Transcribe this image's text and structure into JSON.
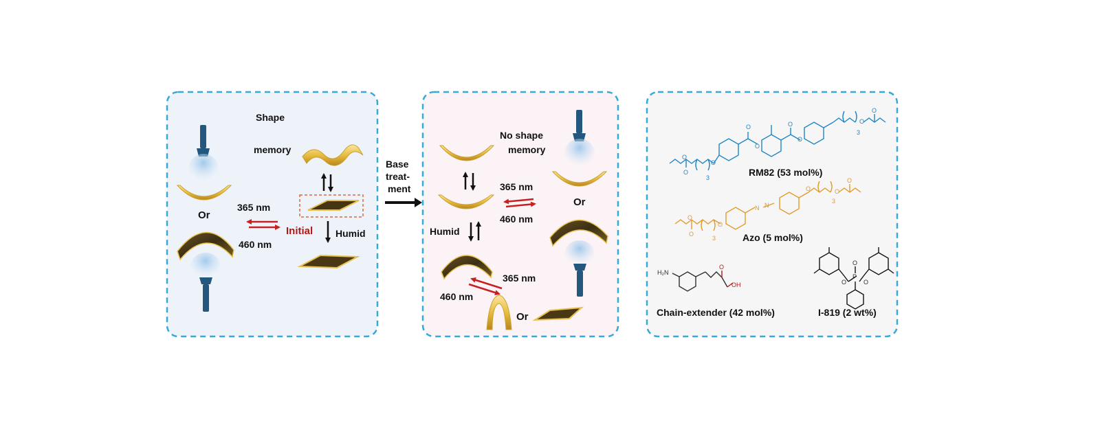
{
  "panel_left": {
    "shape_memory_line1": "Shape",
    "shape_memory_line2": "memory",
    "or": "Or",
    "nm365": "365 nm",
    "nm460": "460 nm",
    "initial": "Initial",
    "humid": "Humid"
  },
  "middle_arrow": {
    "line1": "Base",
    "line2": "treat-",
    "line3": "ment"
  },
  "panel_middle": {
    "no_shape_line1": "No shape",
    "no_shape_line2": "memory",
    "nm365_a": "365 nm",
    "nm460_a": "460 nm",
    "or_a": "Or",
    "humid": "Humid",
    "nm365_b": "365 nm",
    "nm460_b": "460 nm",
    "or_b": "Or"
  },
  "panel_right": {
    "rm82": "RM82 (53 mol%)",
    "azo": "Azo (5 mol%)",
    "chain_extender": "Chain-extender (42 mol%)",
    "i819": "I-819 (2 wt%)",
    "atom_o": "O",
    "atom_n": "N",
    "atom_p": "P",
    "atom_h2n": "H₂N",
    "atom_oh": "OH",
    "sub_3": "3"
  },
  "colors": {
    "panel_border": "#35a9d8",
    "panel_left_bg": "#eef3fa",
    "panel_mid_bg": "#fbf3f6",
    "panel_right_bg": "#f7f6f6",
    "gold": "#e8c050",
    "dark_blue": "#24577e",
    "red_arrow": "#c62020",
    "rm82_color": "#1d86c6",
    "azo_color": "#e39a2a"
  }
}
